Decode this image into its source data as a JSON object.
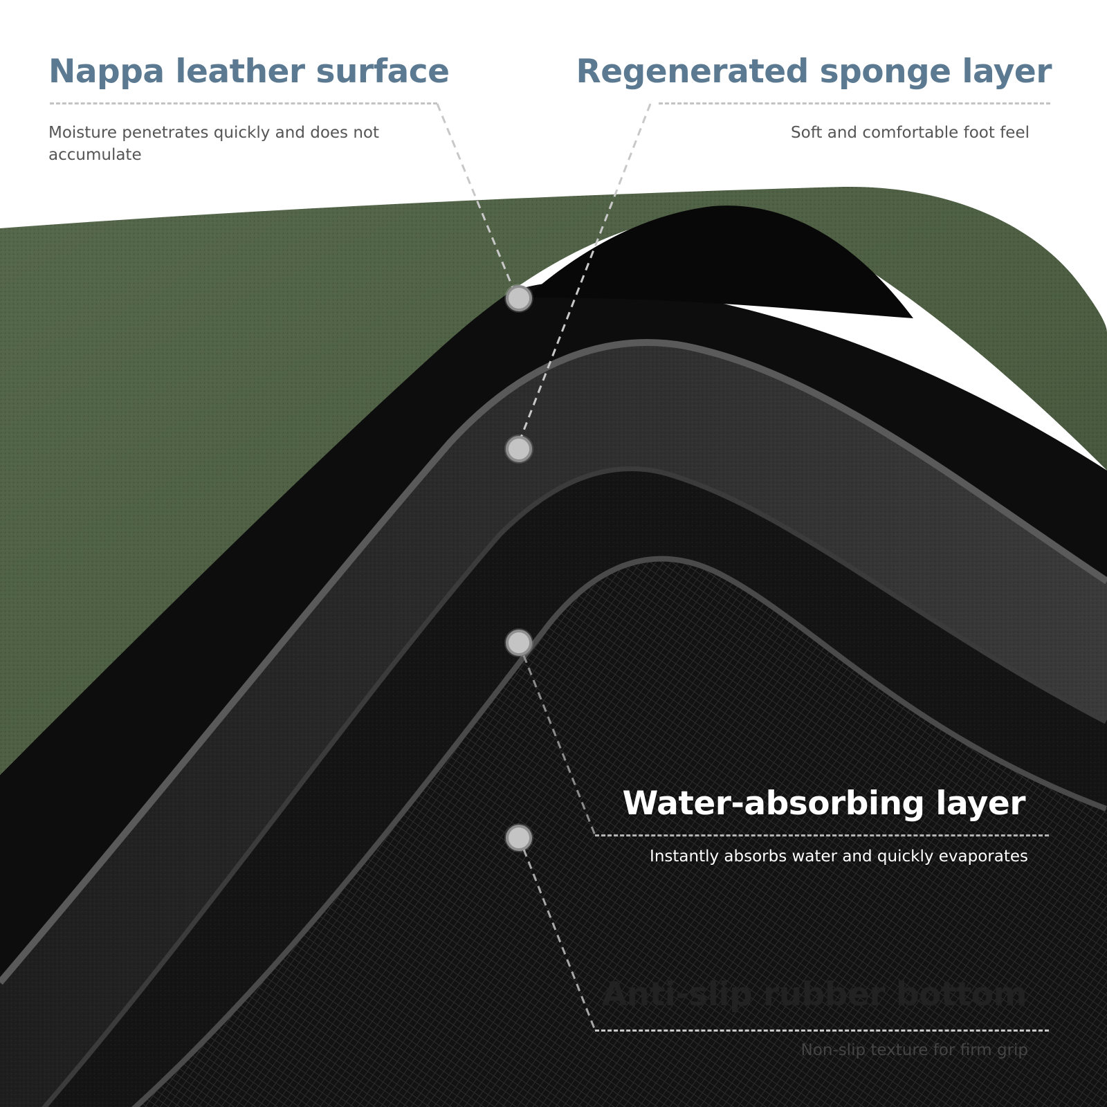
{
  "layers": [
    {
      "title": "Nappa leather surface",
      "description": "Moisture penetrates quickly and does not accumulate"
    },
    {
      "title": "Regenerated sponge layer",
      "description": "Soft and comfortable foot feel"
    },
    {
      "title": "Water-absorbing layer",
      "description": "Instantly absorbs water and quickly evaporates"
    },
    {
      "title": "Anti-slip rubber bottom",
      "description": "Non-slip texture for firm grip"
    }
  ],
  "colors": {
    "background": "#ffffff",
    "title_blue": "#5b7a92",
    "leather_green": "#4f6046",
    "sponge_dark": "#2a2a2a",
    "absorbing_black": "#121212",
    "rubber_edge": "#3a3a3a",
    "marker": "#c4c4c4"
  }
}
